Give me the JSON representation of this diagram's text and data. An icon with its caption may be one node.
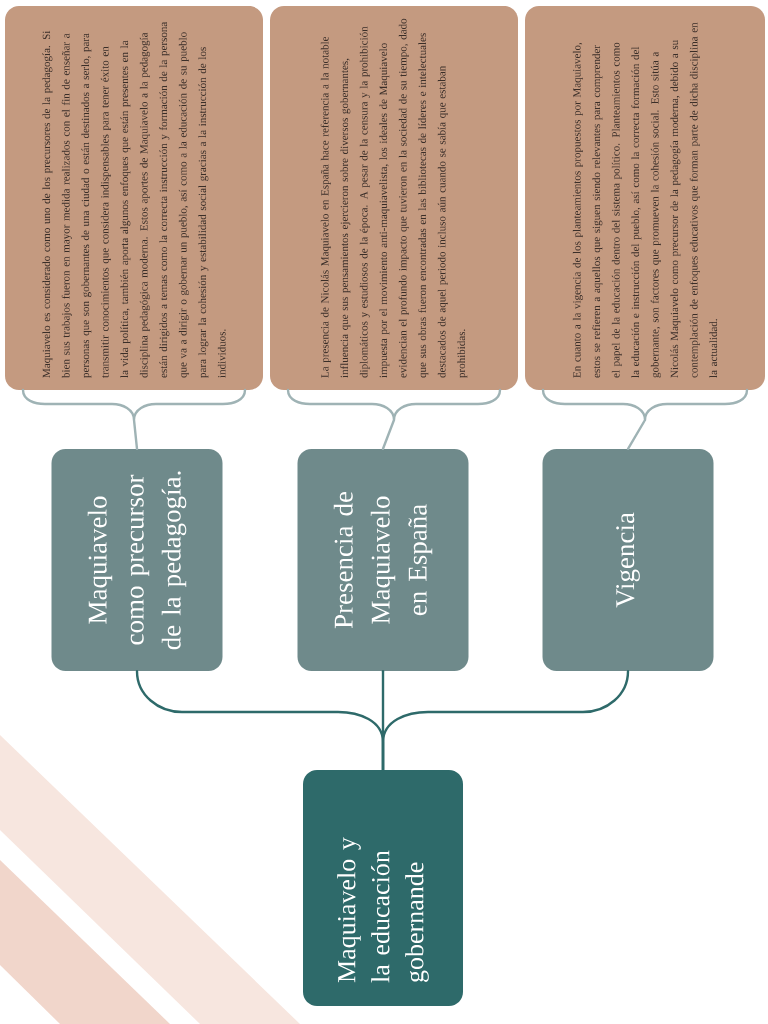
{
  "diagram": {
    "nodes": [
      {
        "text": [
          "Maquiavelo y la educación gobernande"
        ]
      },
      {
        "text": [
          "Maquiavelo como precursor de la pedagogía."
        ]
      },
      {
        "text": [
          "Presencia de Maquiavelo en España"
        ]
      },
      {
        "text": [
          "Vigencia"
        ]
      },
      {
        "text": [
          "Maquiavelo es considerado como uno de los precursores de la pedagogía. Si bien sus trabajos fueron en mayor medida realizados con el fin de enseñar a personas que son gobernantes de una ciudad o están destinados a serlo, para transmitir conocimientos que considera indispensables para tener éxito en la vida política, también aporta algunos enfoques que están presentes en la disciplina pedagógica moderna. Estos aportes de Maquiavelo a la pedagogía están dirigidos a temas como la correcta instrucción y formación de la persona que va a dirigir o gobernar un pueblo, así como a la educación de su pueblo para lograr la cohesión y estabilidad social gracias a la instrucción de los individuos."
        ]
      },
      {
        "text": [
          "La presencia de Nicolás Maquiavelo en España hace referencia a la notable influencia que sus pensamientos ejercieron sobre diversos gobernantes, diplomáticos y estudiosos de la época. A pesar de la censura y la prohibición impuesta por el movimiento anti-maquiavelista, los ideales de Maquiavelo evidencian el profundo impacto que tuvieron en la sociedad de su tiempo, dado que sus obras fueron encontradas en las bibliotecas de líderes e intelectuales destacados de aquel periodo incluso aún cuando se sabía que estaban prohibidas."
        ]
      },
      {
        "text": [
          "En cuanto a la vigencia de los planteamientos propuestos por Maquiavelo, estos se refieren a aquellos que siguen siendo relevantes para comprender el papel de la educación dentro del sistema político. Planteamientos como la educación e instrucción del pueblo, así como la correcta formación del gobernante, son factores que promueven la cohesión social. Esto sitúa a Nicolás Maquiavelo como precursor de la pedagogía moderna, debido a su contemplación de enfoques educativos que forman parte de dicha disciplina en la actualidad."
        ]
      }
    ],
    "edges": [
      {
        "from": 0,
        "to": 1,
        "arrow": "none",
        "color": "#2e6a6a"
      },
      {
        "from": 0,
        "to": 2,
        "arrow": "none",
        "color": "#2e6a6a"
      },
      {
        "from": 0,
        "to": 3,
        "arrow": "none",
        "color": "#2e6a6a"
      },
      {
        "from": 1,
        "to": 4,
        "arrow": "none",
        "color": "#9fb3b5"
      },
      {
        "from": 2,
        "to": 5,
        "arrow": "none",
        "color": "#9fb3b5"
      },
      {
        "from": 3,
        "to": 6,
        "arrow": "none",
        "color": "#9fb3b5"
      }
    ]
  }
}
